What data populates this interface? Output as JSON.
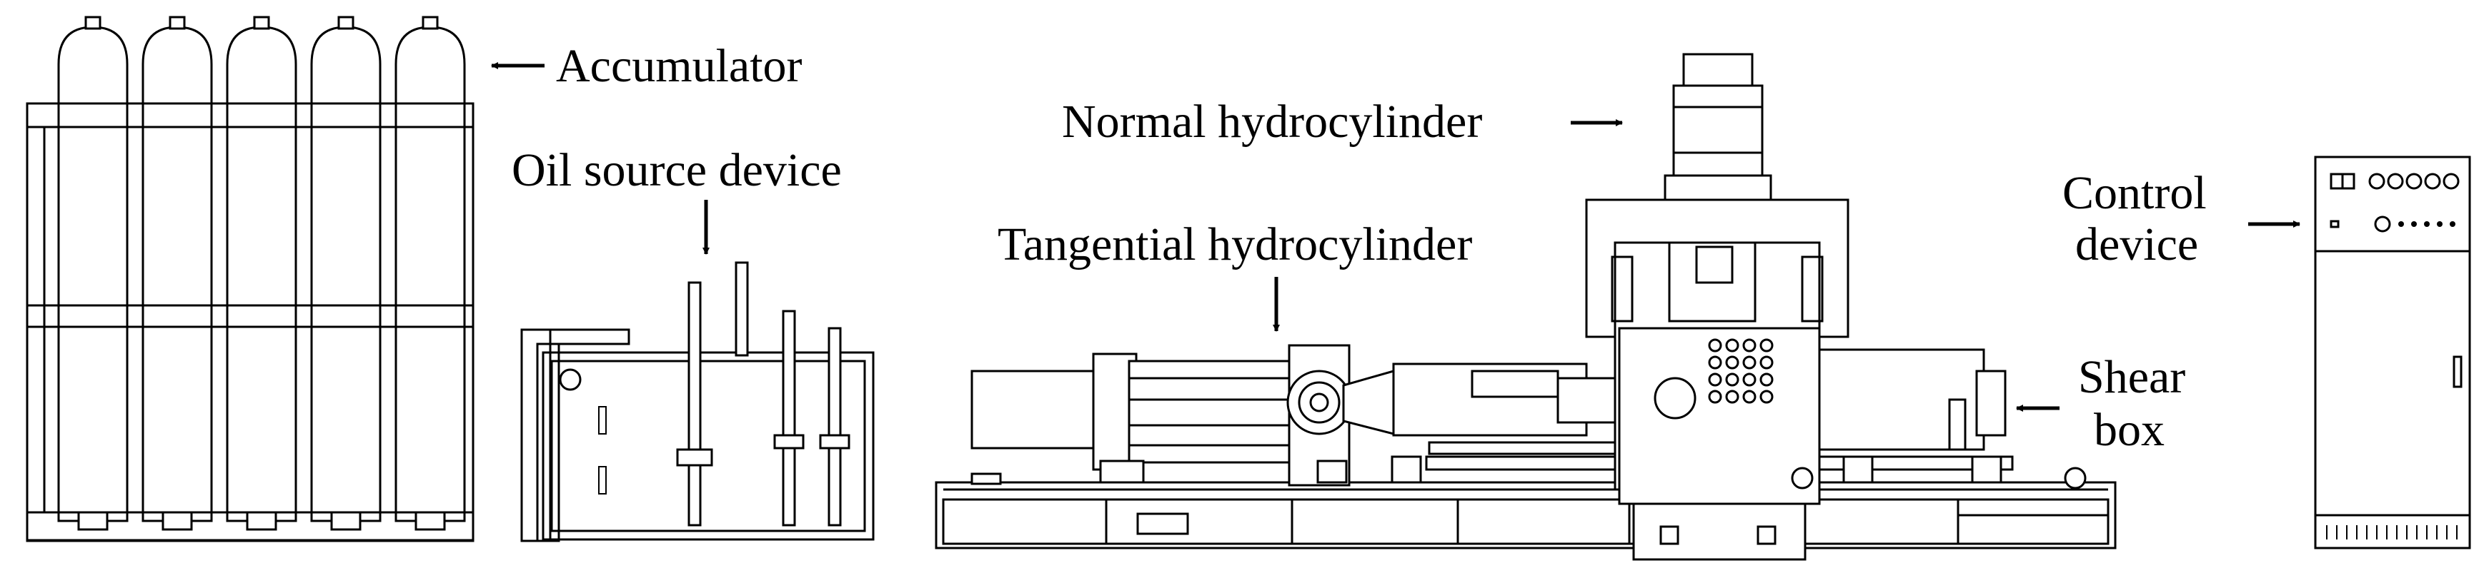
{
  "labels": {
    "accumulator": "Accumulator",
    "oil_source": "Oil source device",
    "normal_cyl": "Normal hydrocylinder",
    "tangential_cyl": "Tangential hydrocylinder",
    "control_line1": "Control",
    "control_line2": "device",
    "shear_line1": "Shear",
    "shear_line2": "box"
  }
}
